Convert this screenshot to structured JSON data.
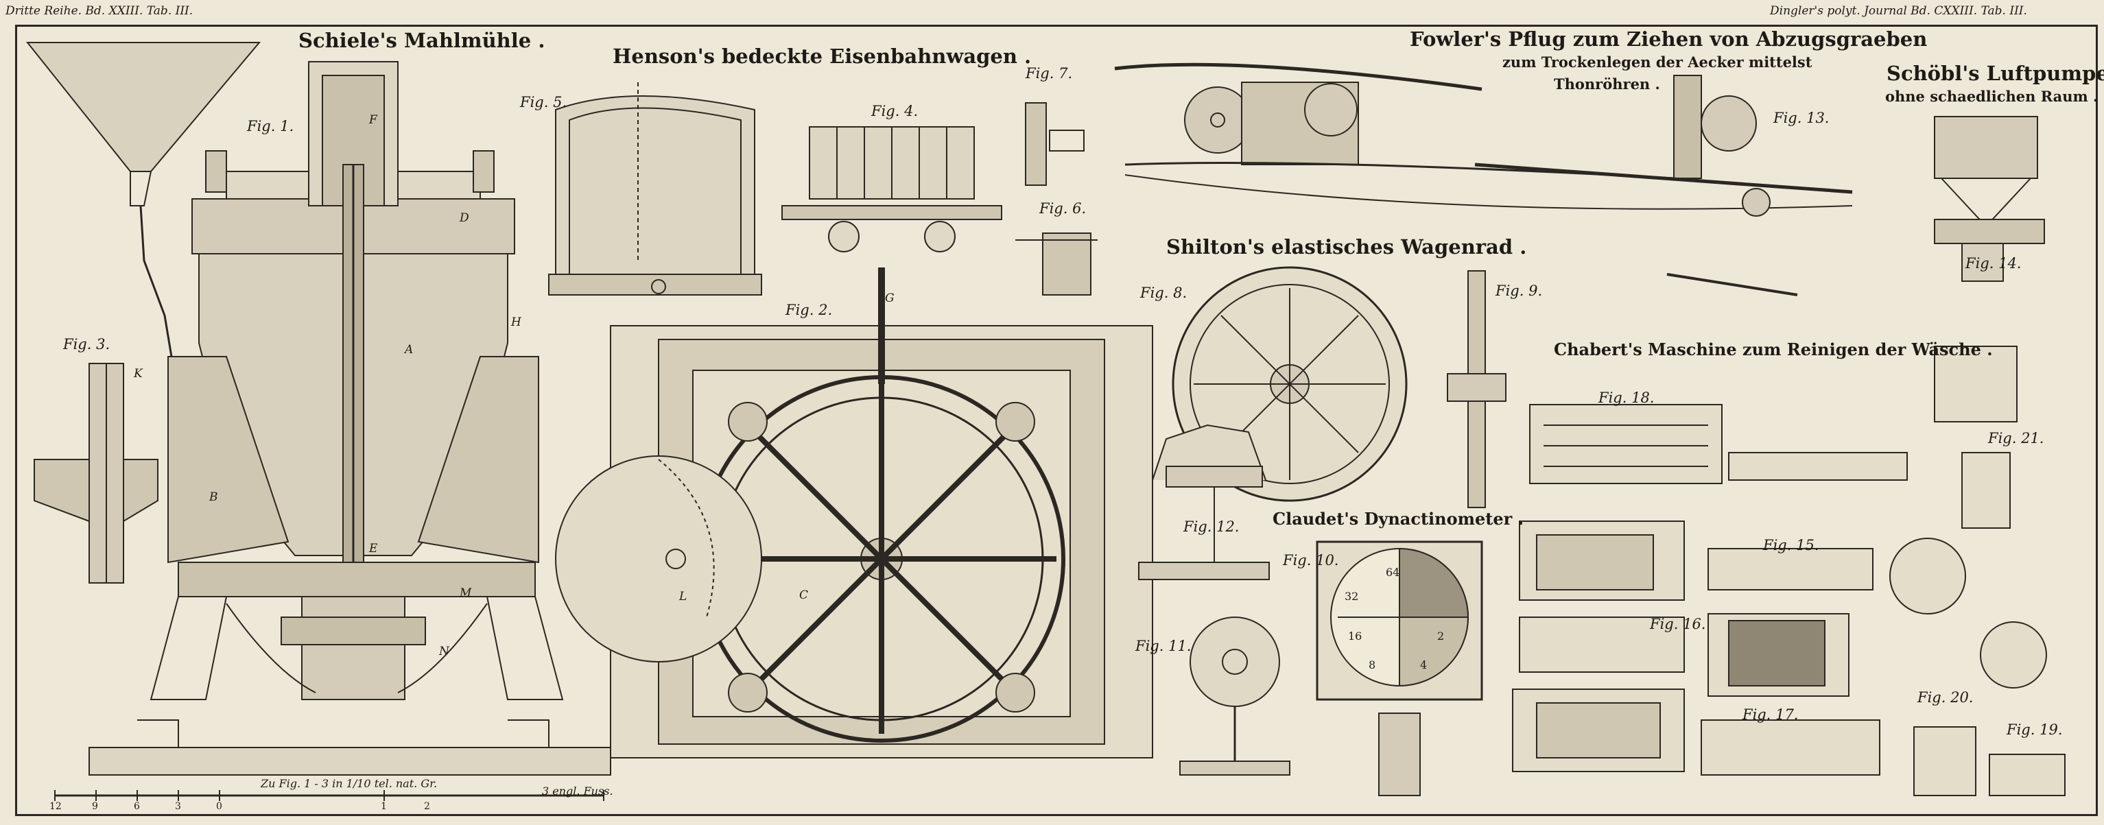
{
  "header": {
    "left": "Dritte Reihe. Bd. XXIII. Tab. III.",
    "right": "Dingler's polyt. Journal Bd. CXXIII. Tab. III."
  },
  "titles": {
    "schiele": "Schiele's Mahlmühle .",
    "henson": "Henson's bedeckte Eisenbahnwagen .",
    "fowler_line1": "Fowler's Pflug zum Ziehen von Abzugsgraeben",
    "fowler_line2": "zum Trockenlegen der Aecker mittelst",
    "fowler_line3": "Thonröhren .",
    "schoebl_line1": "Schöbl's Luftpumpe",
    "schoebl_line2": "ohne schaedlichen Raum .",
    "shilton": "Shilton's elastisches Wagenrad .",
    "chabert": "Chabert's Maschine zum Reinigen der Wäsche .",
    "claudet": "Claudet's Dynactinometer ."
  },
  "figures": [
    "Fig. 1.",
    "Fig. 2.",
    "Fig. 3.",
    "Fig. 4.",
    "Fig. 5.",
    "Fig. 6.",
    "Fig. 7.",
    "Fig. 8.",
    "Fig. 9.",
    "Fig. 10.",
    "Fig. 11.",
    "Fig. 12.",
    "Fig. 13.",
    "Fig. 14.",
    "Fig. 15.",
    "Fig. 16.",
    "Fig. 17.",
    "Fig. 18.",
    "Fig. 19.",
    "Fig. 20.",
    "Fig. 21."
  ],
  "scale": {
    "caption": "Zu Fig. 1 - 3 in 1/10 tel. nat. Gr.",
    "unit": "3 engl. Fuss.",
    "ticks": [
      "12",
      "9",
      "6",
      "3",
      "0",
      "1",
      "2"
    ]
  },
  "dial_numbers": [
    "64",
    "32",
    "16",
    "8",
    "4",
    "2"
  ],
  "part_letters": [
    "A",
    "B",
    "D",
    "F",
    "H",
    "E",
    "K",
    "M",
    "N",
    "L",
    "G",
    "C"
  ]
}
